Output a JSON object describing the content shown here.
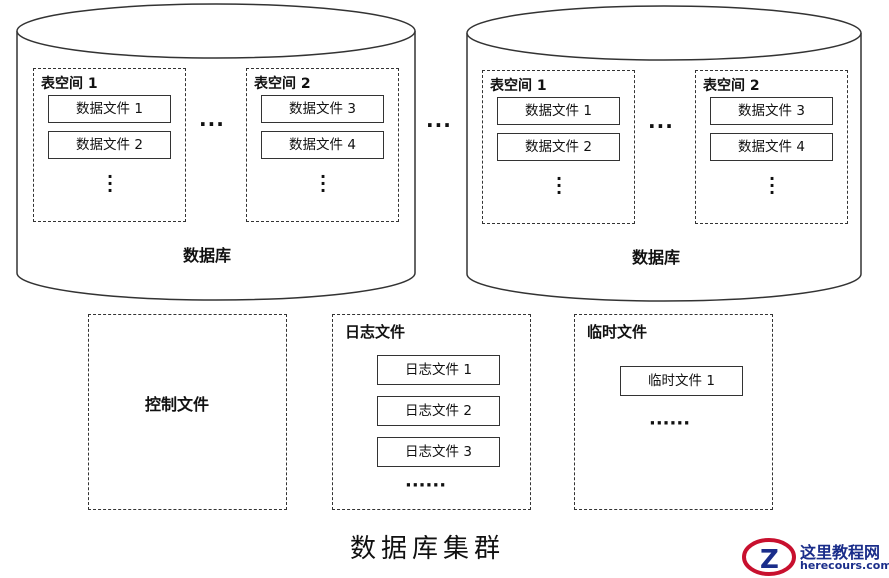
{
  "databases": [
    {
      "label": "数据库",
      "tablespaces": [
        {
          "label": "表空间 1",
          "files": [
            "数据文件 1",
            "数据文件 2"
          ]
        },
        {
          "label": "表空间 2",
          "files": [
            "数据文件 3",
            "数据文件 4"
          ]
        }
      ]
    },
    {
      "label": "数据库",
      "tablespaces": [
        {
          "label": "表空间 1",
          "files": [
            "数据文件 1",
            "数据文件 2"
          ]
        },
        {
          "label": "表空间 2",
          "files": [
            "数据文件 3",
            "数据文件 4"
          ]
        }
      ]
    }
  ],
  "ellipsis_between_tablespaces": "···",
  "ellipsis_between_databases": "···",
  "control_file": {
    "label": "控制文件"
  },
  "log_files": {
    "title": "日志文件",
    "files": [
      "日志文件 1",
      "日志文件 2",
      "日志文件 3"
    ],
    "more": "······"
  },
  "temp_files": {
    "title": "临时文件",
    "files": [
      "临时文件 1"
    ],
    "more": "······"
  },
  "caption": "数据库集群",
  "watermark": {
    "title": "这里教程网",
    "url": "herecours.com"
  },
  "colors": {
    "line": "#333333",
    "logo_red": "#c8102e",
    "logo_blue": "#1a2d8a"
  }
}
